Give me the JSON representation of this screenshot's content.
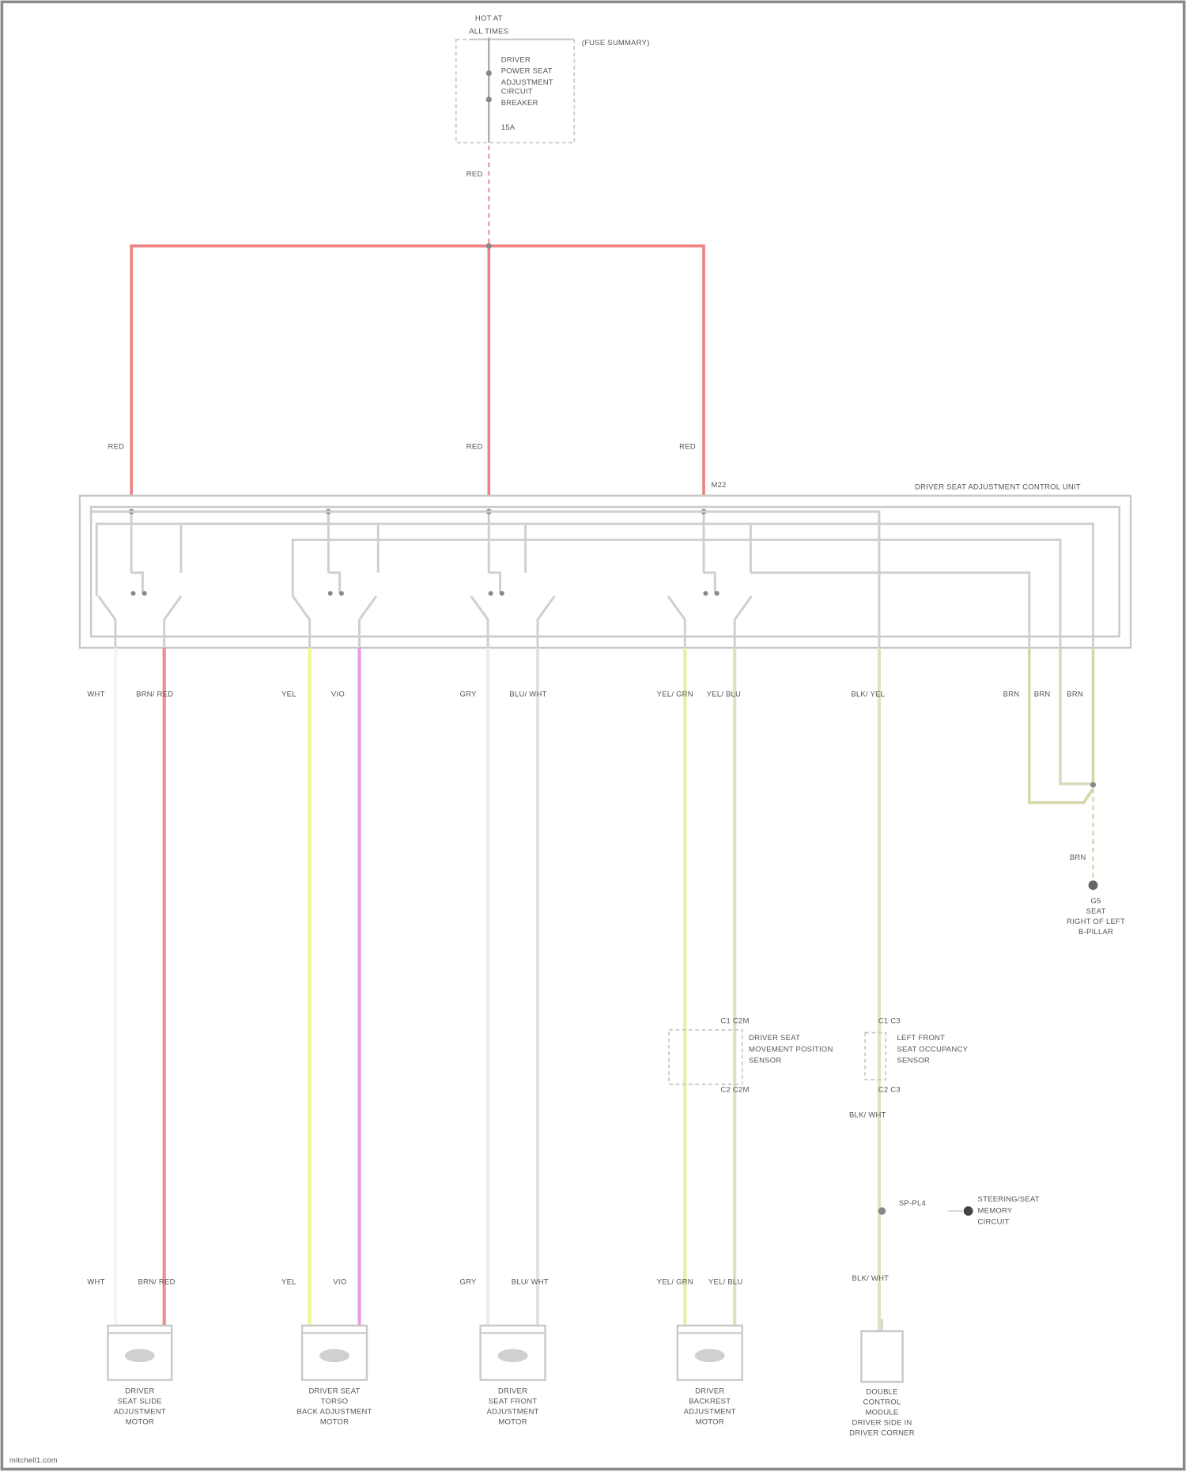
{
  "diagram": {
    "power_source": {
      "line1": "HOT AT",
      "line2": "ALL TIMES",
      "ref": "(FUSE SUMMARY)"
    },
    "circuit_breaker": {
      "lines": [
        "DRIVER",
        "POWER SEAT",
        "ADJUSTMENT",
        "CIRCUIT",
        "BREAKER"
      ],
      "rating": "15A"
    },
    "feed_wire": "RED",
    "branch_wires": [
      "RED",
      "RED",
      "RED"
    ],
    "control_unit": {
      "label": "DRIVER SEAT ADJUSTMENT CONTROL UNIT",
      "connector": "M22"
    },
    "output_wires": [
      {
        "label": "WHT",
        "color": "#f4f4f4"
      },
      {
        "label": "BRN/ RED",
        "color": "#ef8c8c"
      },
      {
        "label": "YEL",
        "color": "#f2f58a"
      },
      {
        "label": "VIO",
        "color": "#e79ae8"
      },
      {
        "label": "GRY",
        "color": "#ececf0"
      },
      {
        "label": "BLU/ WHT",
        "color": "#e2e2e2"
      },
      {
        "label": "YEL/ GRN",
        "color": "#e6f0a0"
      },
      {
        "label": "YEL/ BLU",
        "color": "#dfe1b6"
      },
      {
        "label": "BLK/ YEL",
        "color": "#e0e2c2"
      },
      {
        "label": "BRN",
        "color": "#d8d8b0"
      },
      {
        "label": "BRN",
        "color": "#dadabb"
      },
      {
        "label": "BRN",
        "color": "#d6d6aa"
      }
    ],
    "ground": {
      "wire": "BRN",
      "id": "G5",
      "lines": [
        "SEAT",
        "RIGHT OF LEFT",
        "B-PILLAR"
      ]
    },
    "sensors": [
      {
        "lines": [
          "DRIVER SEAT",
          "MOVEMENT POSITION",
          "SENSOR"
        ],
        "top": "C1 C2M",
        "bottom": "C2 C2M"
      },
      {
        "lines": [
          "LEFT FRONT",
          "SEAT OCCUPANCY",
          "SENSOR"
        ],
        "top": "C1 C3",
        "bottom": "C2 C3"
      }
    ],
    "sensor_out_wire": "BLK/ WHT",
    "splice": {
      "id": "SP-PL4",
      "target": [
        "STEERING/SEAT",
        "MEMORY",
        "CIRCUIT"
      ]
    },
    "module_wire": "BLK/ WHT",
    "motors": [
      {
        "wires": [
          "WHT",
          "BRN/ RED"
        ],
        "lines": [
          "DRIVER",
          "SEAT SLIDE",
          "ADJUSTMENT",
          "MOTOR"
        ]
      },
      {
        "wires": [
          "YEL",
          "VIO"
        ],
        "lines": [
          "DRIVER SEAT",
          "TORSO",
          "BACK ADJUSTMENT",
          "MOTOR"
        ]
      },
      {
        "wires": [
          "GRY",
          "BLU/ WHT"
        ],
        "lines": [
          "DRIVER",
          "SEAT FRONT",
          "ADJUSTMENT",
          "MOTOR"
        ]
      },
      {
        "wires": [
          "YEL/ GRN",
          "YEL/ BLU"
        ],
        "lines": [
          "DRIVER",
          "BACKREST",
          "ADJUSTMENT",
          "MOTOR"
        ]
      }
    ],
    "module": {
      "lines": [
        "DOUBLE",
        "CONTROL",
        "MODULE",
        "DRIVER SIDE IN",
        "DRIVER CORNER"
      ]
    },
    "footer": "mitchell1.com"
  }
}
